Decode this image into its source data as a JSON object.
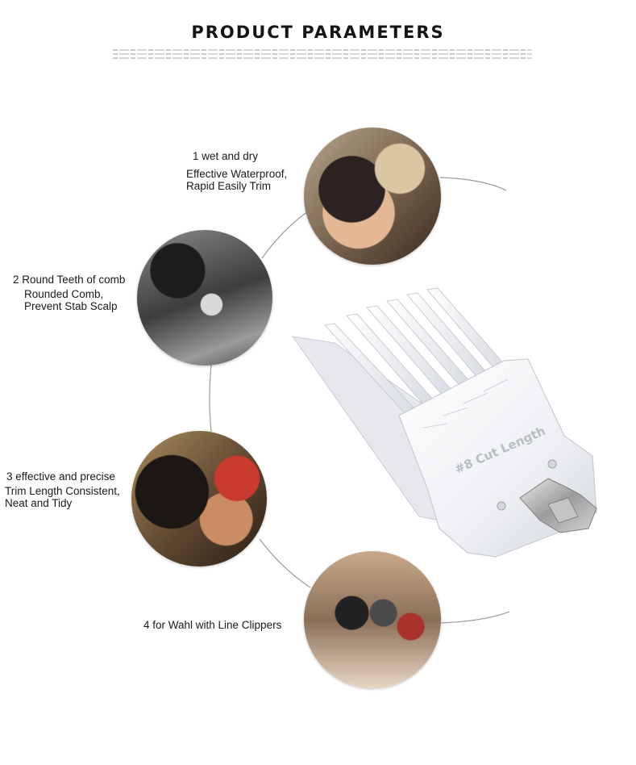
{
  "page": {
    "title": "PRODUCT PARAMETERS"
  },
  "features": [
    {
      "heading": "1 wet and dry",
      "lines": [
        "Effective Waterproof,",
        "Rapid Easily Trim"
      ]
    },
    {
      "heading": "2 Round Teeth of comb",
      "lines": [
        "Rounded Comb,",
        "Prevent Stab Scalp"
      ]
    },
    {
      "heading": "3 effective and precise",
      "lines": [
        "Trim Length Consistent,",
        "Neat and Tidy"
      ]
    },
    {
      "heading": "4 for Wahl with Line Clippers",
      "lines": []
    }
  ],
  "product": {
    "comb_label": "#8 Cut Length"
  },
  "colors": {
    "connector": "#9a9a9a",
    "comb_body": "#eef0f4",
    "comb_shadow": "#c9ccd3",
    "comb_text": "#b8bcc5",
    "clip_metal": "#b7b7b7"
  }
}
